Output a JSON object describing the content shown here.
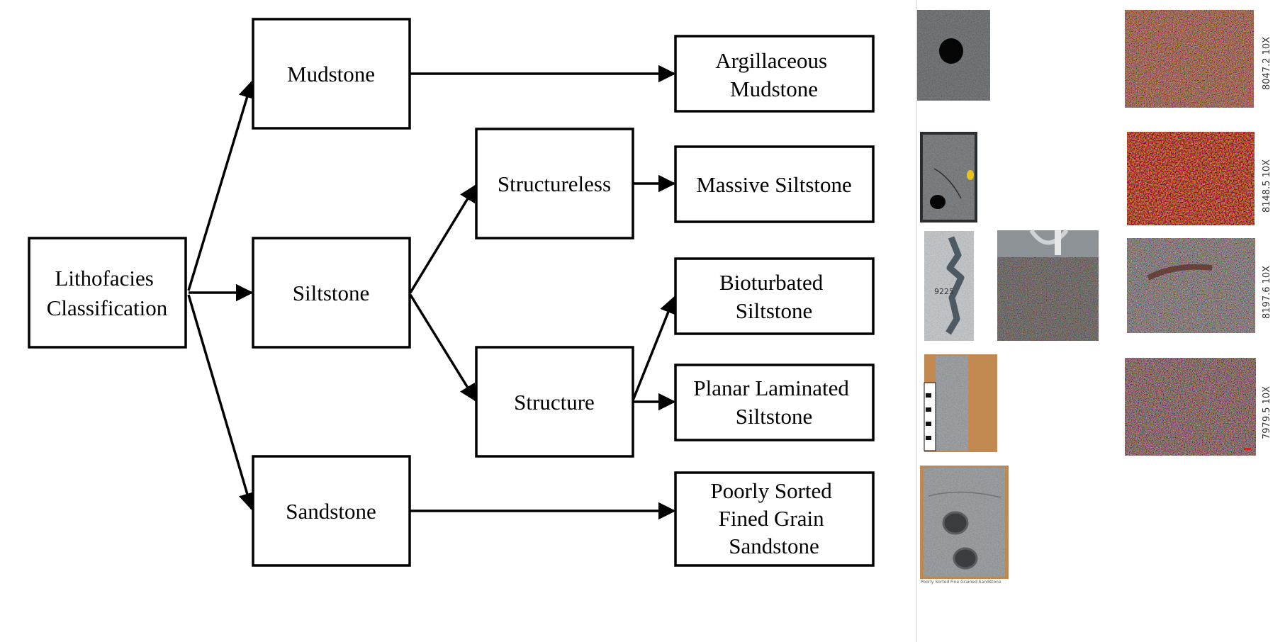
{
  "nodes": {
    "lithofacies": [
      "Lithofacies",
      "Classification"
    ],
    "mudstone": [
      "Mudstone"
    ],
    "siltstone": [
      "Siltstone"
    ],
    "sandstone": [
      "Sandstone"
    ],
    "structureless": [
      "Structureless"
    ],
    "structure": [
      "Structure"
    ],
    "argillaceous": [
      "Argillaceous",
      "Mudstone"
    ],
    "massive": [
      "Massive Siltstone"
    ],
    "bioturbated": [
      "Bioturbated",
      "Siltstone"
    ],
    "planar": [
      "Planar Laminated",
      "Siltstone"
    ],
    "poorly_sorted": [
      "Poorly Sorted",
      "Fined Grain",
      "Sandstone"
    ]
  },
  "thin_section_labels": [
    "8047.2 10X",
    "8148.5 10X",
    "8197.6 10X",
    "7979.5 10X"
  ],
  "core_tag_text": "9225",
  "core_caption": "Poorly Sorted Fine Grained Sandstone",
  "colors": {
    "stroke": "#000000",
    "divider": "#e6e6e6"
  }
}
